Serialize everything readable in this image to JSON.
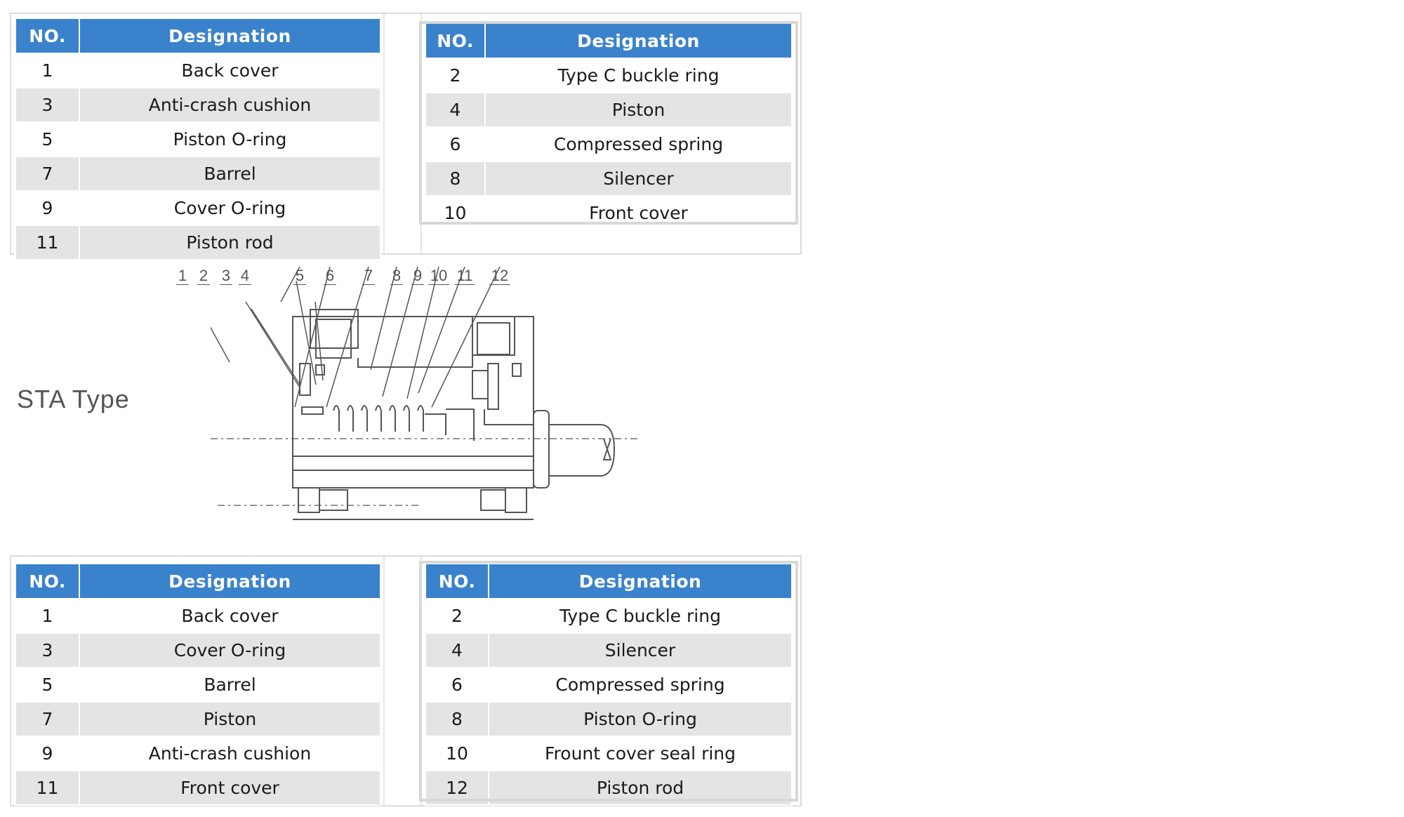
{
  "top_left_table": {
    "headers": [
      "NO.",
      "Designation"
    ],
    "rows": [
      [
        "1",
        "Back cover"
      ],
      [
        "3",
        "Anti-crash cushion"
      ],
      [
        "5",
        "Piston O-ring"
      ],
      [
        "7",
        "Barrel"
      ],
      [
        "9",
        "Cover O-ring"
      ],
      [
        "11",
        "Piston rod"
      ]
    ]
  },
  "top_right_table": {
    "headers": [
      "NO.",
      "Designation"
    ],
    "rows": [
      [
        "2",
        "Type C buckle ring"
      ],
      [
        "4",
        "Piston"
      ],
      [
        "6",
        "Compressed spring"
      ],
      [
        "8",
        "Silencer"
      ],
      [
        "10",
        "Front cover"
      ]
    ]
  },
  "diagram": {
    "label": "STA Type",
    "callouts": [
      "1",
      "2",
      "3",
      "4",
      "5",
      "6",
      "7",
      "8",
      "9",
      "10",
      "11",
      "12"
    ]
  },
  "bottom_left_table": {
    "headers": [
      "NO.",
      "Designation"
    ],
    "rows": [
      [
        "1",
        "Back cover"
      ],
      [
        "3",
        "Cover O-ring"
      ],
      [
        "5",
        "Barrel"
      ],
      [
        "7",
        "Piston"
      ],
      [
        "9",
        "Anti-crash cushion"
      ],
      [
        "11",
        "Front cover"
      ]
    ]
  },
  "bottom_right_table": {
    "headers": [
      "NO.",
      "Designation"
    ],
    "rows": [
      [
        "2",
        "Type C buckle ring"
      ],
      [
        "4",
        "Silencer"
      ],
      [
        "6",
        "Compressed spring"
      ],
      [
        "8",
        "Piston O-ring"
      ],
      [
        "10",
        "Frount cover seal ring"
      ],
      [
        "12",
        "Piston rod"
      ]
    ]
  },
  "colors": {
    "header_bg": "#3a82cc",
    "row_alt": "#e4e4e4",
    "line": "#555555"
  }
}
